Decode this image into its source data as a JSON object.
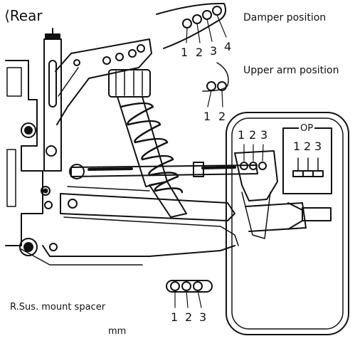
{
  "title": "⟨Rear",
  "damper_position": {
    "label": "Damper position",
    "numbers": [
      "1",
      "2",
      "3",
      "4"
    ]
  },
  "upper_arm_position": {
    "label": "Upper arm position",
    "numbers": [
      "1",
      "2"
    ]
  },
  "hub_positions": {
    "numbers": [
      "1",
      "2",
      "3"
    ]
  },
  "op_box": {
    "label": "OP",
    "numbers": [
      "1",
      "2",
      "3"
    ]
  },
  "mount_spacer": {
    "label": "R.Sus. mount spacer",
    "numbers": [
      "1",
      "2",
      "3"
    ],
    "unit": "mm"
  }
}
